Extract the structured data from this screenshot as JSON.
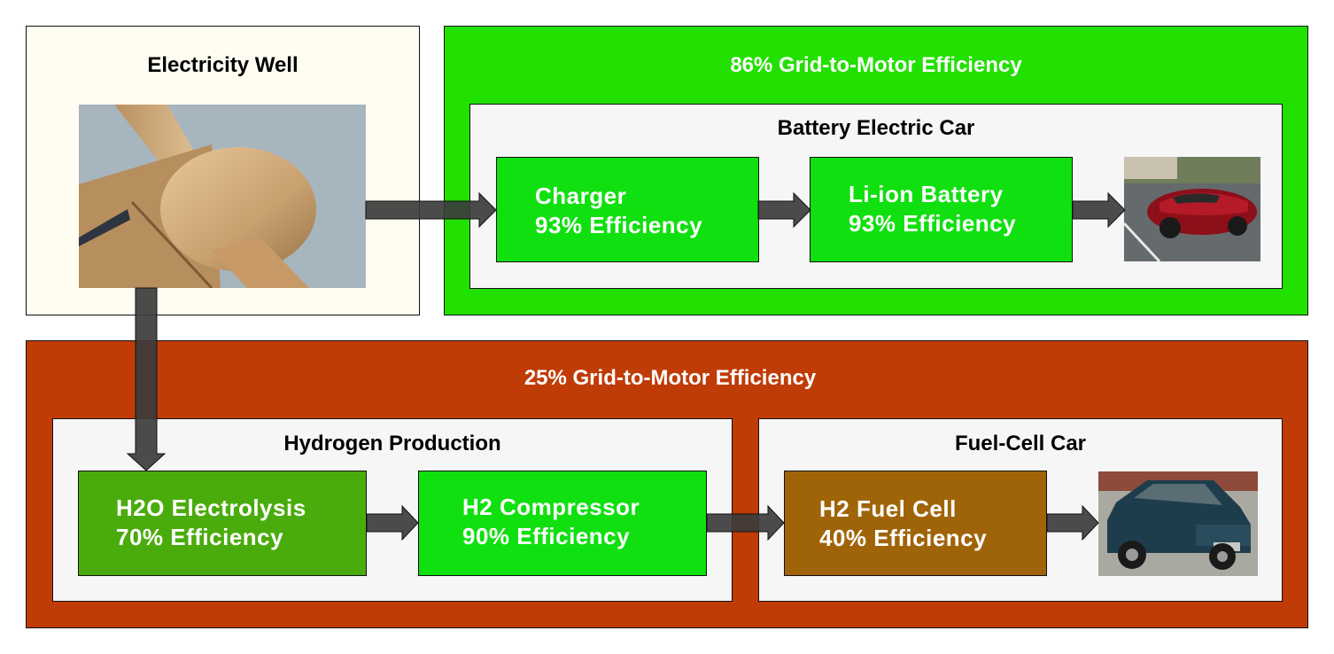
{
  "electricity_well": {
    "title": "Electricity Well"
  },
  "battery_path": {
    "efficiency_title": "86% Grid-to-Motor Efficiency",
    "car_title": "Battery Electric Car",
    "steps": [
      {
        "name": "Charger",
        "efficiency": "93% Efficiency"
      },
      {
        "name": "Li-ion Battery",
        "efficiency": "93% Efficiency"
      }
    ]
  },
  "hydrogen_path": {
    "efficiency_title": "25% Grid-to-Motor Efficiency",
    "production_title": "Hydrogen Production",
    "car_title": "Fuel-Cell Car",
    "steps": [
      {
        "name": "H2O Electrolysis",
        "efficiency": "70% Efficiency"
      },
      {
        "name": "H2 Compressor",
        "efficiency": "90% Efficiency"
      },
      {
        "name": "H2 Fuel Cell",
        "efficiency": "40% Efficiency"
      }
    ]
  },
  "colors": {
    "battery_panel": "#22e000",
    "hydrogen_panel": "#c03c06",
    "well_panel": "#fffdf2",
    "inner_panel": "#f6f6f6",
    "step_green": "#10e010",
    "step_dark_green": "#4aac0c",
    "step_brown": "#a06408",
    "arrow": "#3c3c3c"
  }
}
